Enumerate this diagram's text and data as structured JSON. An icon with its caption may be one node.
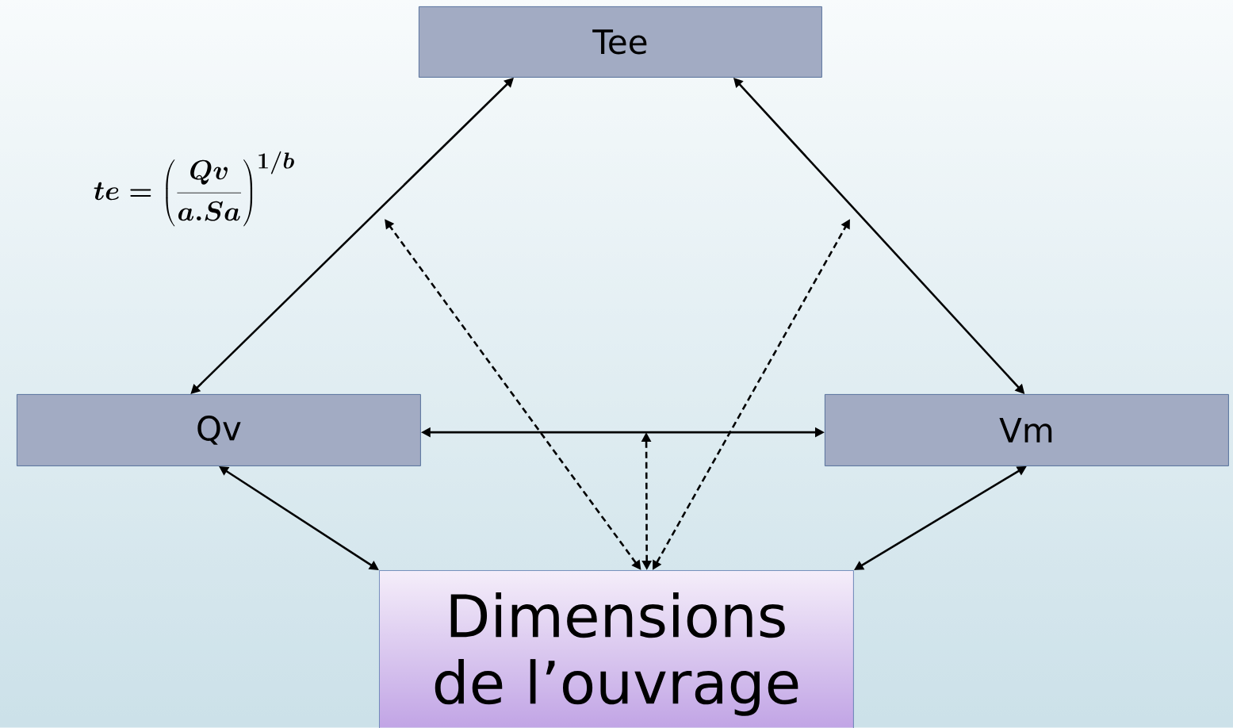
{
  "diagram": {
    "nodes": [
      {
        "text": [
          "Tee"
        ]
      },
      {
        "text": [
          "Qv"
        ]
      },
      {
        "text": [
          "Vm"
        ]
      },
      {
        "text": [
          "Dimensions de l’ouvrage"
        ]
      }
    ],
    "edges": [
      {
        "from": 0,
        "to": 1,
        "arrow": "both"
      },
      {
        "from": 0,
        "to": 2,
        "arrow": "both"
      },
      {
        "from": 1,
        "to": 2,
        "arrow": "both"
      },
      {
        "from": 1,
        "to": 3,
        "arrow": "both"
      },
      {
        "from": 2,
        "to": 3,
        "arrow": "both"
      },
      {
        "from": 3,
        "to": null,
        "arrow": "both",
        "style": "dashed"
      },
      {
        "from": 3,
        "to": null,
        "arrow": "both",
        "style": "dashed"
      },
      {
        "from": 3,
        "to": null,
        "arrow": "both",
        "style": "dashed"
      }
    ],
    "labels": [
      "te = \\left(\\frac{Qv}{a.Sa}\\right)^{1/b}"
    ]
  }
}
